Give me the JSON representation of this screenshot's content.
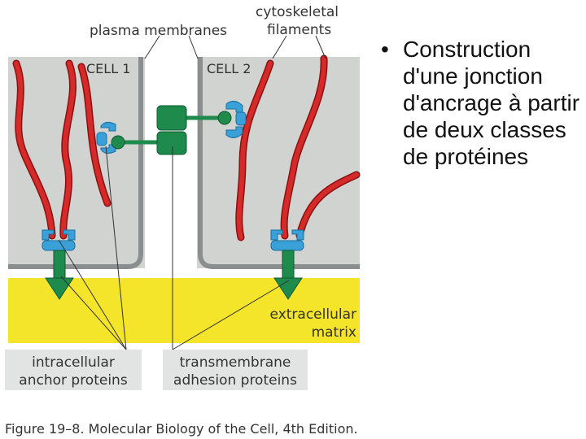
{
  "figure": {
    "labels": {
      "plasma_membranes": "plasma membranes",
      "cytoskeletal_line1": "cytoskeletal",
      "cytoskeletal_line2": "filaments",
      "cell1": "CELL 1",
      "cell2": "CELL 2",
      "ecm_line1": "extracellular",
      "ecm_line2": "matrix",
      "anchor_line1": "intracellular",
      "anchor_line2": "anchor proteins",
      "adhesion_line1": "transmembrane",
      "adhesion_line2": "adhesion proteins"
    },
    "caption": "Figure 19–8. Molecular Biology of the Cell, 4th Edition.",
    "colors": {
      "cell_fill": "#d0d3d0",
      "membrane": "#8a8e8e",
      "filament": "#d42a2a",
      "filament_edge": "#8c1010",
      "anchor_protein": "#3aa0d8",
      "adhesion_protein": "#1e8a4c",
      "matrix": "#f5e52a",
      "label_box": "#e2e4e4"
    }
  },
  "bullet": {
    "symbol": "•",
    "text": "Construction d'une jonction d'ancrage à partir de deux classes de protéines"
  }
}
